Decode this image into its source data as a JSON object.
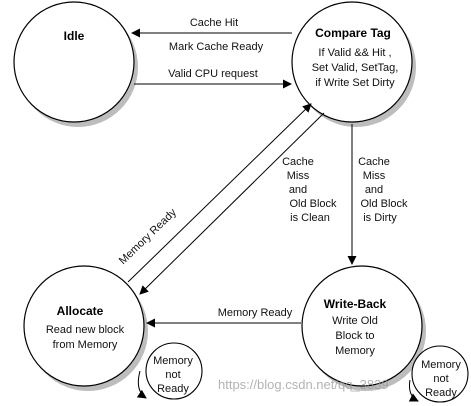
{
  "states": {
    "idle": {
      "title": "Idle"
    },
    "compare_tag": {
      "title": "Compare Tag",
      "lines": [
        "If Valid && Hit ,",
        "Set Valid, SetTag,",
        "if Write Set Dirty"
      ]
    },
    "allocate": {
      "title": "Allocate",
      "lines": [
        "Read new block",
        "from Memory"
      ]
    },
    "write_back": {
      "title": "Write-Back",
      "lines": [
        "Write Old",
        "Block to",
        "Memory"
      ]
    },
    "memory_not_ready_left": {
      "lines": [
        "Memory",
        "not",
        "Ready"
      ]
    },
    "memory_not_ready_right": {
      "lines": [
        "Memory",
        "not",
        "Ready"
      ]
    }
  },
  "transitions": {
    "cache_hit": {
      "lines": [
        "Cache Hit",
        "Mark Cache Ready"
      ]
    },
    "valid_cpu_request": {
      "label": "Valid CPU request"
    },
    "miss_clean": {
      "lines": [
        "Cache",
        "Miss",
        "and",
        "Old Block",
        "is Clean"
      ]
    },
    "miss_dirty": {
      "lines": [
        "Cache",
        "Miss",
        "and",
        "Old Block",
        "is Dirty"
      ]
    },
    "memory_ready_diag": {
      "label": "Memory Ready"
    },
    "memory_ready_horiz": {
      "label": "Memory Ready"
    }
  },
  "watermark": "https://blog.csdn.net/qq_3839"
}
